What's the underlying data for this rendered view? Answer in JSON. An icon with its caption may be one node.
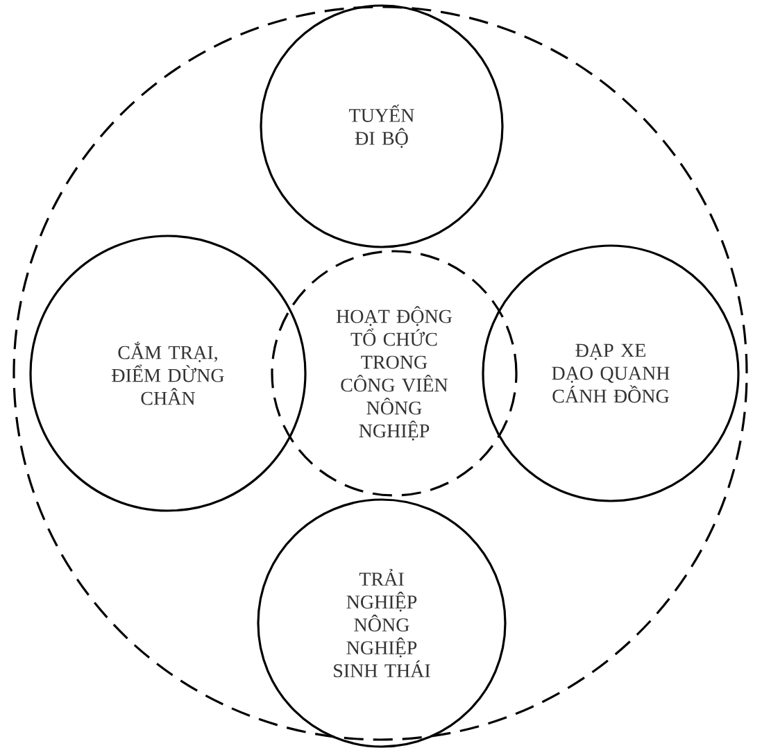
{
  "diagram": {
    "nodes": [
      {
        "text": [],
        "shape": "circle"
      },
      {
        "text": [
          "TUYẾN ĐI BỘ"
        ],
        "in": 0
      },
      {
        "text": [
          "CẮM TRẠI, ĐIỂM DỪNG CHÂN"
        ],
        "in": 0
      },
      {
        "text": [
          "HOẠT ĐỘNG TỔ CHỨC TRONG CÔNG VIÊN NÔNG NGHIỆP"
        ],
        "in": 0
      },
      {
        "text": [
          "ĐẠP XE DẠO QUANH CÁNH ĐỒNG"
        ],
        "in": 0
      },
      {
        "text": [
          "TRẢI NGHIỆP NÔNG NGHIỆP SINH THÁI"
        ],
        "in": 0
      }
    ]
  }
}
